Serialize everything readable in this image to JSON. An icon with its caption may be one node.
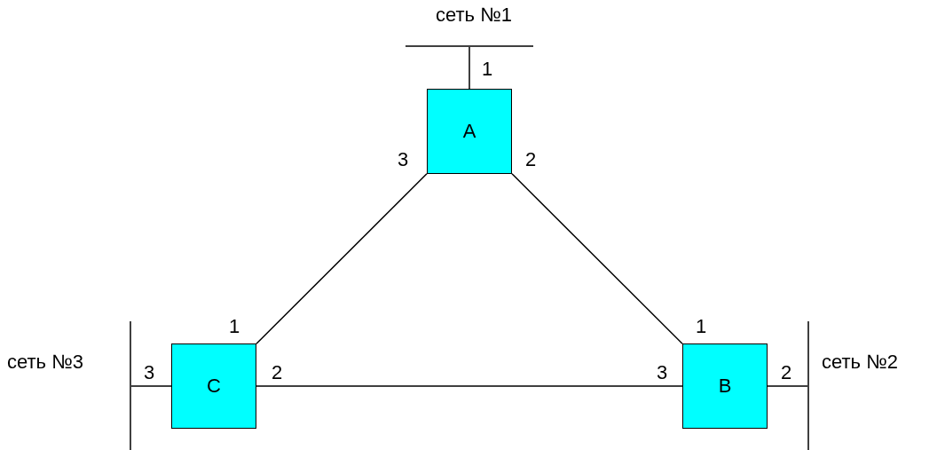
{
  "diagram": {
    "nodes": [
      {
        "text": [
          "сеть №1"
        ]
      },
      {
        "text": [
          "A"
        ],
        "beside": [
          "1",
          "3",
          "2"
        ]
      },
      {
        "text": [
          "сеть №3"
        ]
      },
      {
        "text": [
          "C"
        ],
        "beside": [
          "1",
          "3",
          "2"
        ]
      },
      {
        "text": [
          "B"
        ],
        "beside": [
          "1",
          "3",
          "2"
        ]
      },
      {
        "text": [
          "сеть №2"
        ]
      }
    ],
    "edges": [
      {
        "from": 0,
        "to": 1,
        "arrow": "none"
      },
      {
        "from": 1,
        "to": 3,
        "arrow": "none"
      },
      {
        "from": 1,
        "to": 4,
        "arrow": "none"
      },
      {
        "from": 2,
        "to": 3,
        "arrow": "none"
      },
      {
        "from": 3,
        "to": 4,
        "arrow": "none"
      },
      {
        "from": 4,
        "to": 5,
        "arrow": "none"
      }
    ]
  }
}
